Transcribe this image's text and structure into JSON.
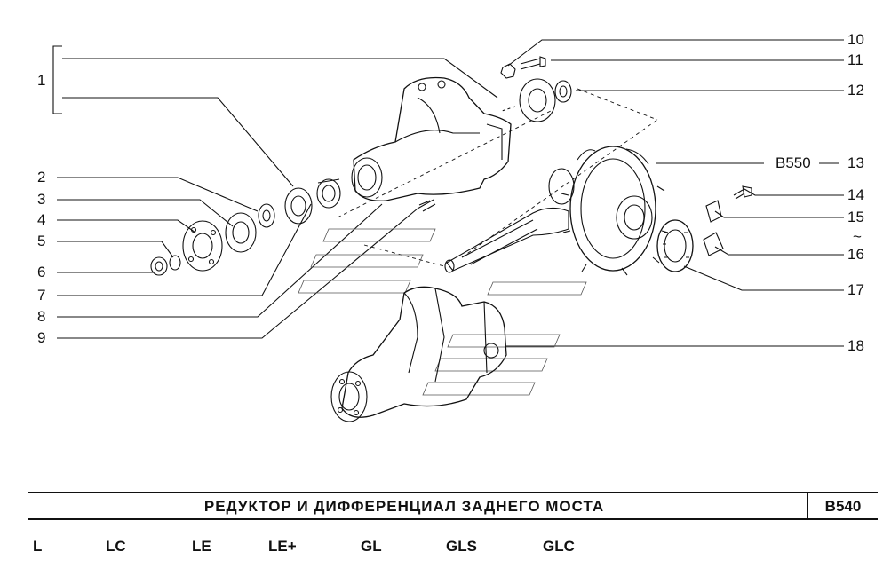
{
  "callouts": {
    "c1": "1",
    "c2": "2",
    "c3": "3",
    "c4": "4",
    "c5": "5",
    "c6": "6",
    "c7": "7",
    "c8": "8",
    "c9": "9",
    "c10": "10",
    "c11": "11",
    "c12": "12",
    "c13": "13",
    "c14": "14",
    "c15": "15",
    "c16": "16",
    "c17": "17",
    "c18": "18",
    "c16_prefix": "~"
  },
  "ref_code_13": "B550",
  "title": {
    "text": "РЕДУКТОР И ДИФФЕРЕНЦИАЛ ЗАДНЕГО МОСТА",
    "code": "B540"
  },
  "trims": [
    "L",
    "LC",
    "LE",
    "LE+",
    "GL",
    "GLS",
    "GLC"
  ]
}
